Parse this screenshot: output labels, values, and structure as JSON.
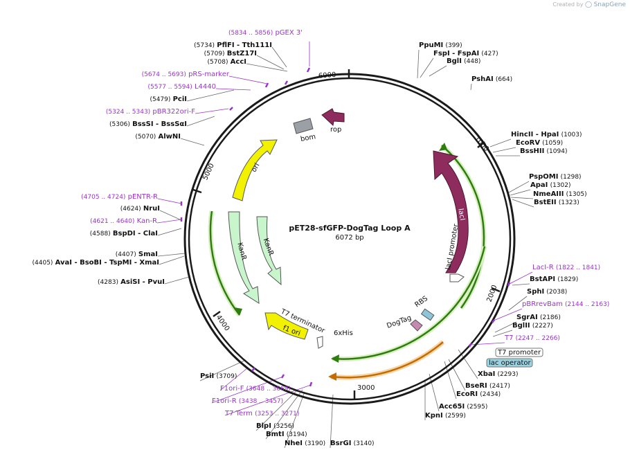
{
  "app": {
    "credit_prefix": "Created by",
    "credit_brand": "SnapGene"
  },
  "plasmid": {
    "name": "pET28-sfGFP-DogTag Loop A",
    "size": "6072 bp"
  },
  "ticks": [
    "1000",
    "2000",
    "3000",
    "4000",
    "5000",
    "6000"
  ],
  "colors": {
    "backbone": "#1a1a1a",
    "site_line": "#666666",
    "primer": "#9a32cd",
    "kanR": "#c8f5cc",
    "ori": "#f2f200",
    "lacI": "#8e2c5e",
    "rop": "#8e2c5e",
    "bom": "#9aa0a6",
    "green_arc": "#2f7d10",
    "orange_arc": "#c46c00",
    "lac_operator_bg": "#9bd3e0",
    "dogtag": "#c58ab0"
  },
  "labels": {
    "sites": [
      {
        "name": "PpuMI",
        "pos": "(399)"
      },
      {
        "name": "FspI  -  FspAI",
        "pos": "(427)"
      },
      {
        "name": "BglI",
        "pos": "(448)"
      },
      {
        "name": "PshAI",
        "pos": "(664)"
      },
      {
        "name": "HincII  -  HpaI",
        "pos": "(1003)"
      },
      {
        "name": "EcoRV",
        "pos": "(1059)"
      },
      {
        "name": "BssHII",
        "pos": "(1094)"
      },
      {
        "name": "PspOMI",
        "pos": "(1298)"
      },
      {
        "name": "ApaI",
        "pos": "(1302)"
      },
      {
        "name": "NmeAIII",
        "pos": "(1305)"
      },
      {
        "name": "BstEII",
        "pos": "(1323)"
      },
      {
        "name": "BstAPI",
        "pos": "(1829)"
      },
      {
        "name": "SphI",
        "pos": "(2038)"
      },
      {
        "name": "SgrAI",
        "pos": "(2186)"
      },
      {
        "name": "BglII",
        "pos": "(2227)"
      },
      {
        "name": "XbaI",
        "pos": "(2293)"
      },
      {
        "name": "BseRI",
        "pos": "(2417)"
      },
      {
        "name": "EcoRI",
        "pos": "(2434)"
      },
      {
        "name": "Acc65I",
        "pos": "(2595)"
      },
      {
        "name": "KpnI",
        "pos": "(2599)"
      },
      {
        "name": "BsrGI",
        "pos": "(3140)"
      },
      {
        "name": "NheI",
        "pos": "(3190)"
      },
      {
        "name": "BmtI",
        "pos": "(3194)"
      },
      {
        "name": "BlpI",
        "pos": "(3256)"
      },
      {
        "name": "PsiI",
        "pos": "(3709)"
      },
      {
        "name": "AsiSI   -  PvuI",
        "pos": "(4283)"
      },
      {
        "name": "AvaI   -  BsoBI   -  TspMI   -  XmaI",
        "pos": "(4405)"
      },
      {
        "name": "SmaI",
        "pos": "(4407)"
      },
      {
        "name": "BspDI   -  ClaI",
        "pos": "(4588)"
      },
      {
        "name": "NruI",
        "pos": "(4624)"
      },
      {
        "name": "AlwNI",
        "pos": "(5070)"
      },
      {
        "name": "BssSI   -  BssSαI",
        "pos": "(5306)"
      },
      {
        "name": "PciI",
        "pos": "(5479)"
      },
      {
        "name": "AccI",
        "pos": "(5708)"
      },
      {
        "name": "BstZ17I",
        "pos": "(5709)"
      },
      {
        "name": "PflFI   -  Tth111I",
        "pos": "(5734)"
      }
    ],
    "primers": [
      {
        "name": "pGEX 3'",
        "pos": "(5834 .. 5856)"
      },
      {
        "name": "pRS-marker",
        "pos": "(5674 .. 5693)"
      },
      {
        "name": "L4440",
        "pos": "(5577 .. 5594)"
      },
      {
        "name": "pBR322ori-F",
        "pos": "(5324 .. 5343)"
      },
      {
        "name": "pENTR-R",
        "pos": "(4705 .. 4724)"
      },
      {
        "name": "Kan-R",
        "pos": "(4621 .. 4640)"
      },
      {
        "name": "LacI-R",
        "pos": "(1822 .. 1841)"
      },
      {
        "name": "pBRrevBam",
        "pos": "(2144 .. 2163)"
      },
      {
        "name": "T7",
        "pos": "(2247 .. 2266)"
      },
      {
        "name": "F1ori-F",
        "pos": "(3648 .. 3669)"
      },
      {
        "name": "F1ori-R",
        "pos": "(3438 .. 3457)"
      },
      {
        "name": "T7 Term",
        "pos": "(3253 .. 3271)"
      }
    ],
    "boxes": {
      "t7_promoter": "T7 promoter",
      "lac_operator": "lac operator"
    },
    "features": {
      "bom": "bom",
      "rop": "rop",
      "ori": "ori",
      "kanR": "KanR",
      "lacI": "lacI",
      "lacI_promoter": "lacI promoter",
      "t7_terminator": "T7 terminator",
      "f1_ori": "f1 ori",
      "his": "6xHis",
      "dogtag": "DogTag",
      "rbs": "RBS"
    }
  }
}
